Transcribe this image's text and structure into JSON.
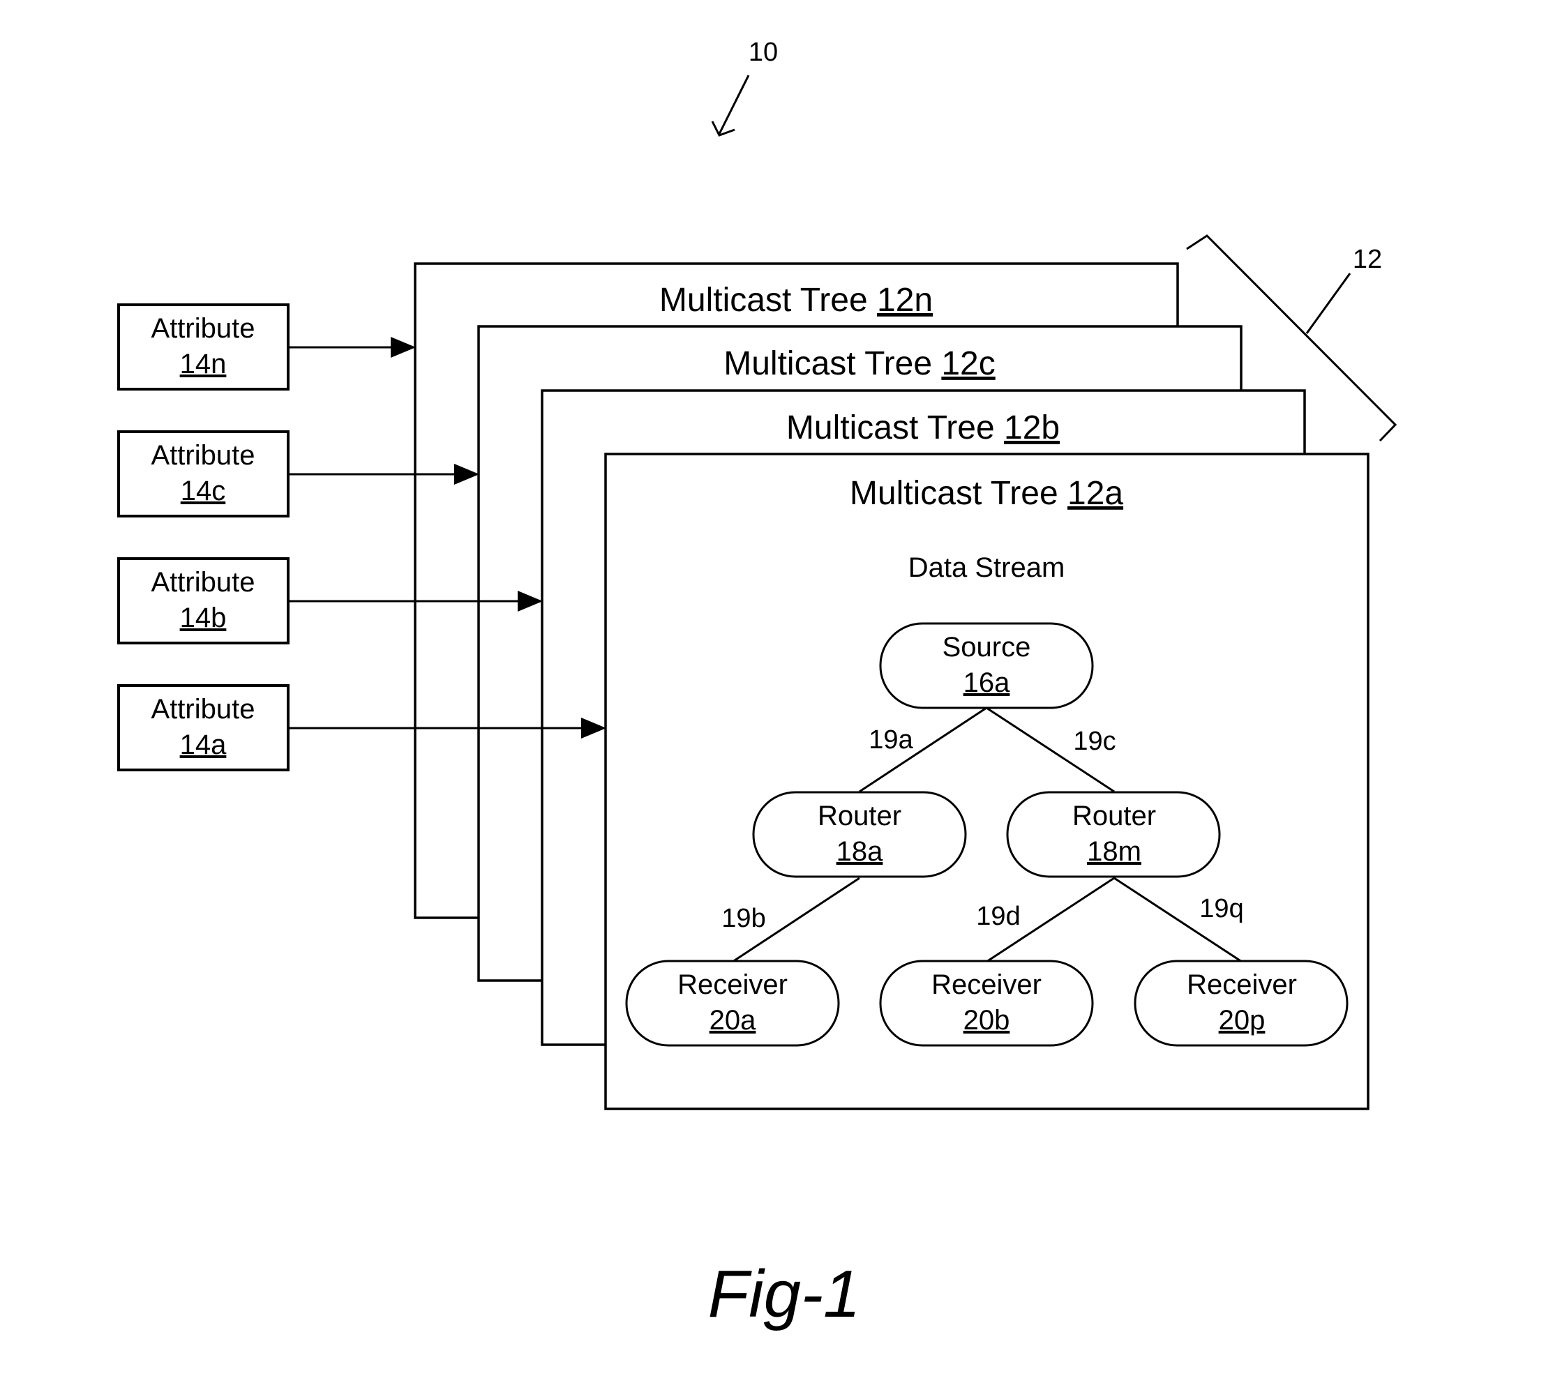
{
  "figure": {
    "ref_system": "10",
    "ref_trees_group": "12",
    "caption": "Fig-1",
    "data_stream_label": "Data Stream"
  },
  "trees": [
    {
      "name": "Multicast Tree ",
      "ref": "12n"
    },
    {
      "name": "Multicast Tree ",
      "ref": "12c"
    },
    {
      "name": "Multicast Tree ",
      "ref": "12b"
    },
    {
      "name": "Multicast Tree ",
      "ref": "12a"
    }
  ],
  "attributes": [
    {
      "name": "Attribute",
      "ref": "14n"
    },
    {
      "name": "Attribute",
      "ref": "14c"
    },
    {
      "name": "Attribute",
      "ref": "14b"
    },
    {
      "name": "Attribute",
      "ref": "14a"
    }
  ],
  "nodes": {
    "source": {
      "name": "Source",
      "ref": "16a"
    },
    "router_a": {
      "name": "Router",
      "ref": "18a"
    },
    "router_m": {
      "name": "Router",
      "ref": "18m"
    },
    "receiver_a": {
      "name": "Receiver",
      "ref": "20a"
    },
    "receiver_b": {
      "name": "Receiver",
      "ref": "20b"
    },
    "receiver_p": {
      "name": "Receiver",
      "ref": "20p"
    }
  },
  "links": {
    "l19a": "19a",
    "l19b": "19b",
    "l19c": "19c",
    "l19d": "19d",
    "l19q": "19q"
  },
  "colors": {
    "line": "#000000",
    "background": "#ffffff"
  }
}
